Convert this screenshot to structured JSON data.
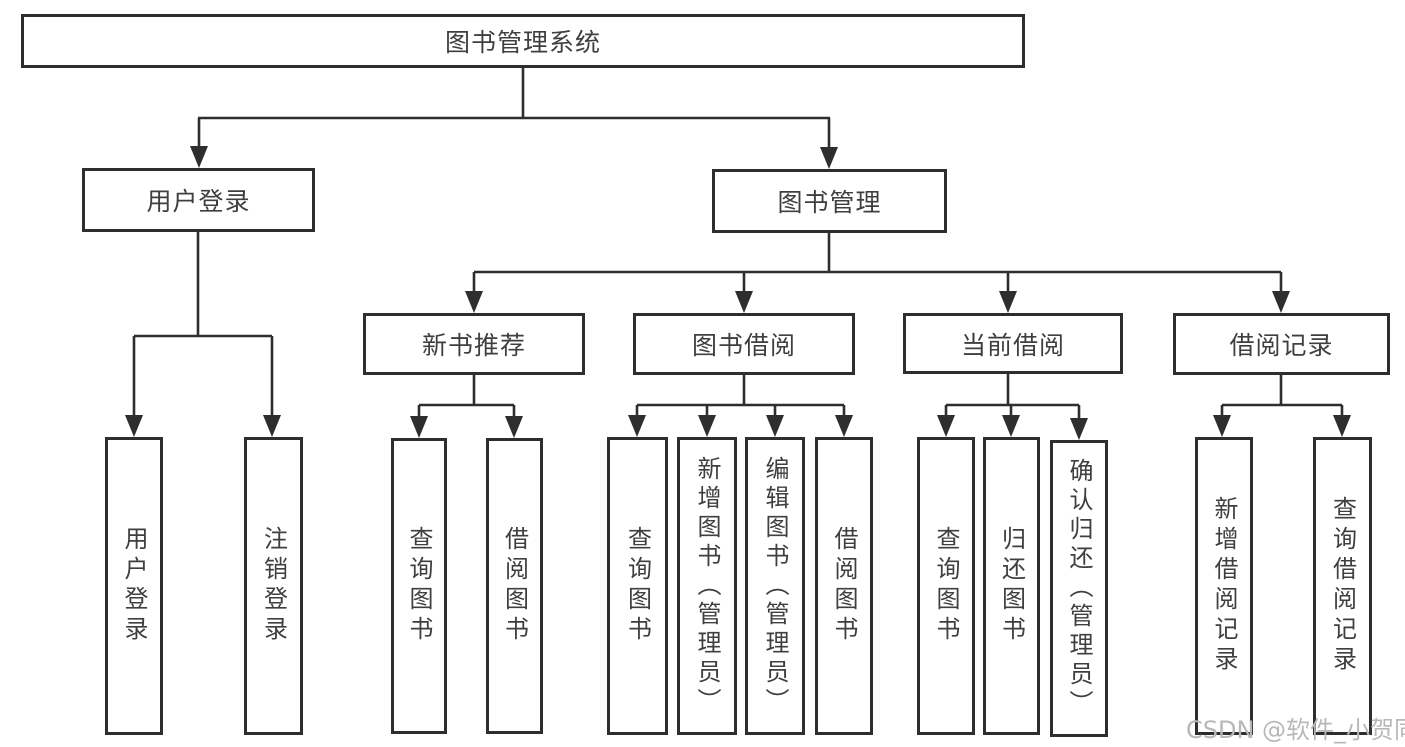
{
  "diagram": {
    "root": {
      "label": "图书管理系统"
    },
    "branches": [
      {
        "label": "用户登录",
        "children": [
          {
            "label": "用户登录"
          },
          {
            "label": "注销登录"
          }
        ]
      },
      {
        "label": "图书管理",
        "children": [
          {
            "label": "新书推荐",
            "children": [
              {
                "label": "查询图书"
              },
              {
                "label": "借阅图书"
              }
            ]
          },
          {
            "label": "图书借阅",
            "children": [
              {
                "label": "查询图书"
              },
              {
                "label": "新增图书（管理员）"
              },
              {
                "label": "编辑图书（管理员）"
              },
              {
                "label": "借阅图书"
              }
            ]
          },
          {
            "label": "当前借阅",
            "children": [
              {
                "label": "查询图书"
              },
              {
                "label": "归还图书"
              },
              {
                "label": "确认归还（管理员）"
              }
            ]
          },
          {
            "label": "借阅记录",
            "children": [
              {
                "label": "新增借阅记录"
              },
              {
                "label": "查询借阅记录"
              }
            ]
          }
        ]
      }
    ]
  },
  "watermark": {
    "text": "CSDN @软件_小贺同学"
  },
  "colors": {
    "line": "#2e2e2e",
    "text": "#3f3f3f",
    "box_background": "#ffffff",
    "page_background": "#ffffff",
    "watermark": "#b8b8b8"
  }
}
